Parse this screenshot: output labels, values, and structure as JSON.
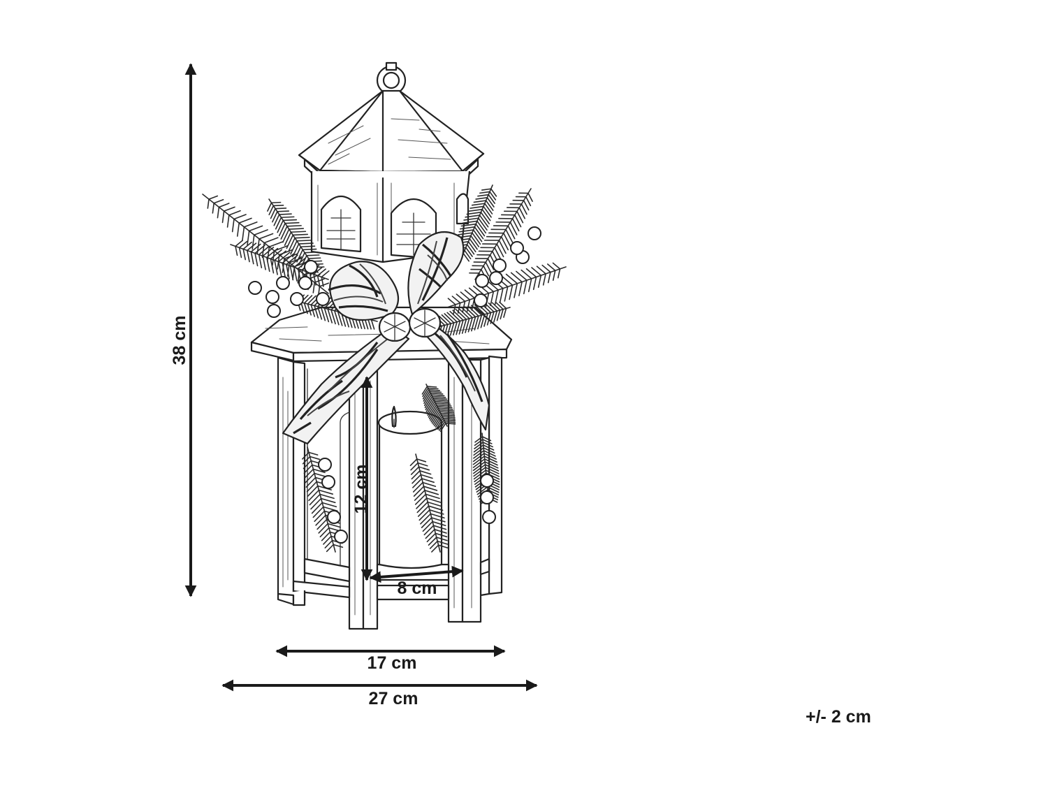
{
  "diagram": {
    "dimensions": {
      "height": "38  cm",
      "candle_height": "12 cm",
      "candle_width": "8  cm",
      "base_width": "17  cm",
      "total_width": "27  cm"
    },
    "tolerance": "+/- 2 cm"
  }
}
